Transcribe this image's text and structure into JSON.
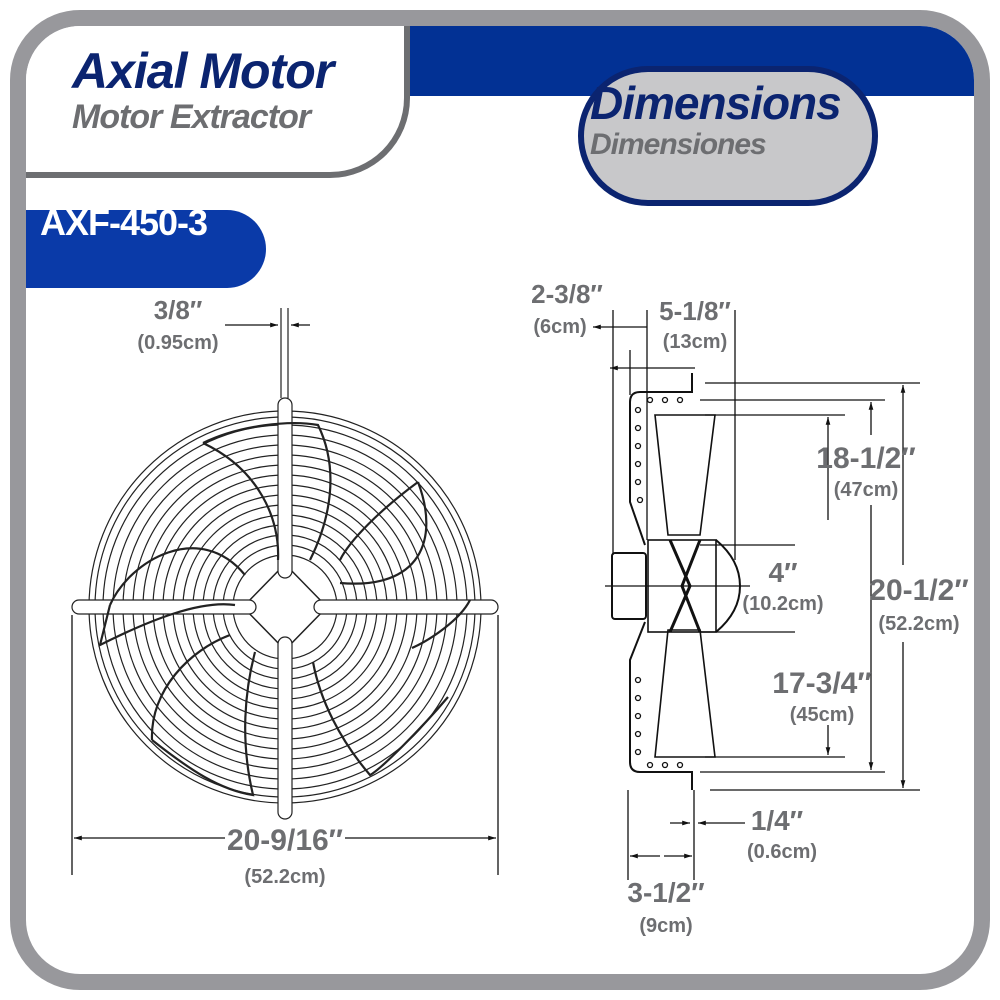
{
  "header": {
    "title": "Axial Motor",
    "subtitle": "Motor Extractor",
    "model": "AXF-450-3",
    "section_title": "Dimensions",
    "section_subtitle": "Dimensiones"
  },
  "colors": {
    "navy": "#0b2470",
    "blue": "#023194",
    "gray_text": "#6d6e71",
    "frame_gray": "#98989c",
    "pill_gray": "#c8c8ca"
  },
  "front_view": {
    "rod_width": {
      "imperial": "3/8″",
      "metric": "(0.95cm)"
    },
    "overall_width": {
      "imperial": "20-9/16″",
      "metric": "(52.2cm)"
    }
  },
  "side_view": {
    "flange_offset": {
      "imperial": "2-3/8″",
      "metric": "(6cm)"
    },
    "depth_to_hub": {
      "imperial": "5-1/8″",
      "metric": "(13cm)"
    },
    "inner_diameter": {
      "imperial": "18-1/2″",
      "metric": "(47cm)"
    },
    "hub_height": {
      "imperial": "4″",
      "metric": "(10.2cm)"
    },
    "outer_height": {
      "imperial": "20-1/2″",
      "metric": "(52.2cm)"
    },
    "blade_span": {
      "imperial": "17-3/4″",
      "metric": "(45cm)"
    },
    "flange_thickness": {
      "imperial": "1/4″",
      "metric": "(0.6cm)"
    },
    "flange_depth": {
      "imperial": "3-1/2″",
      "metric": "(9cm)"
    }
  }
}
